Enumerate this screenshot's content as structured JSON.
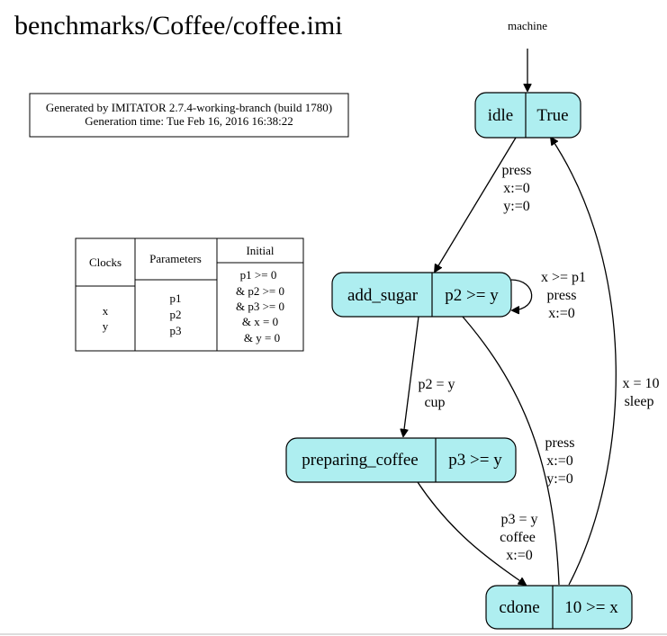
{
  "title": "benchmarks/Coffee/coffee.imi",
  "info_box": {
    "line1": "Generated by IMITATOR 2.7.4-working-branch (build 1780)",
    "line2": "Generation time: Tue Feb 16, 2016 16:38:22"
  },
  "automaton": {
    "name": "machine"
  },
  "variables_table": {
    "headers": [
      "Clocks",
      "Parameters",
      "Initial"
    ],
    "clocks": [
      "x",
      "y"
    ],
    "parameters": [
      "p1",
      "p2",
      "p3"
    ],
    "initial": [
      "p1 >= 0",
      "& p2 >= 0",
      "& p3 >= 0",
      "& x = 0",
      "& y = 0"
    ]
  },
  "locations": {
    "idle": {
      "name": "idle",
      "invariant": "True"
    },
    "add_sugar": {
      "name": "add_sugar",
      "invariant": "p2 >= y"
    },
    "preparing_coffee": {
      "name": "preparing_coffee",
      "invariant": "p3 >= y"
    },
    "cdone": {
      "name": "cdone",
      "invariant": "10 >= x"
    }
  },
  "transitions": {
    "idle_to_add_sugar": [
      "press",
      "x:=0",
      "y:=0"
    ],
    "add_sugar_self": [
      "x >= p1",
      "press",
      "x:=0"
    ],
    "add_sugar_to_preparing": [
      "p2 = y",
      "cup"
    ],
    "preparing_to_cdone": [
      "p3 = y",
      "coffee",
      "x:=0"
    ],
    "cdone_to_add_sugar": [
      "press",
      "x:=0",
      "y:=0"
    ],
    "cdone_to_idle": [
      "x = 10",
      "sleep"
    ]
  },
  "colors": {
    "node_fill": "#aeeef0",
    "stroke": "#000000"
  }
}
